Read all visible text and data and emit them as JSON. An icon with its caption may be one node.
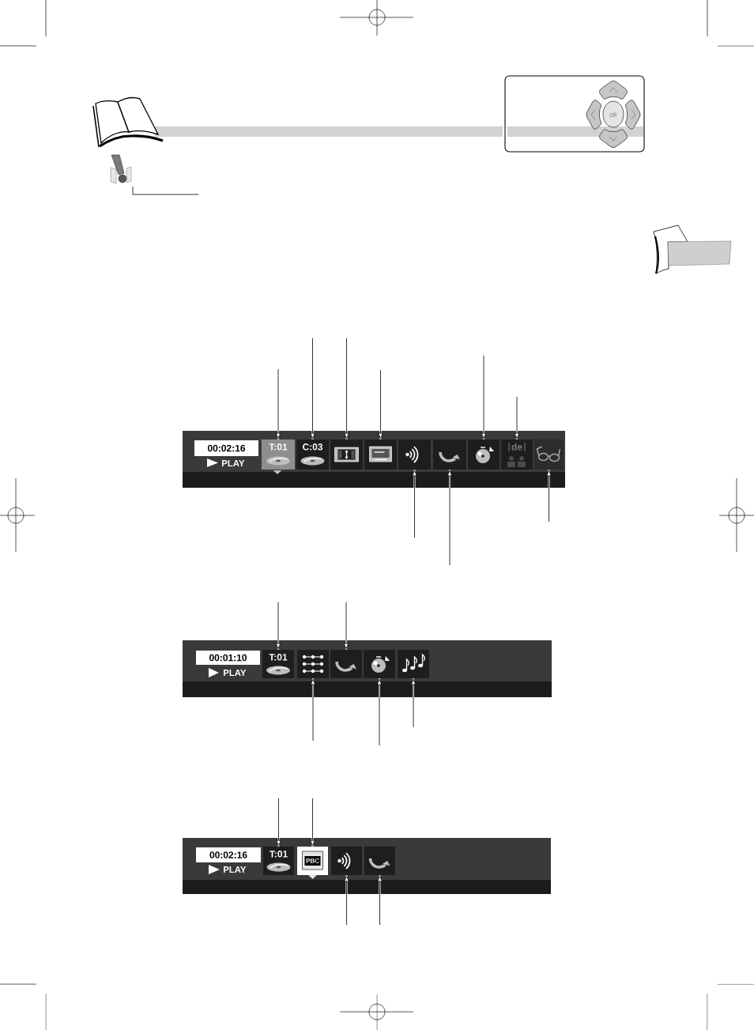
{
  "diagram": {
    "nodes": [
      {
        "text": [],
        "shape": "box"
      },
      {
        "text": [
          "ok"
        ],
        "in": 0
      },
      {
        "text": [],
        "shape": "box"
      },
      {
        "text": [
          "00:02:16"
        ],
        "in": 2
      },
      {
        "text": [
          "T:01"
        ],
        "in": 2
      },
      {
        "text": [
          "C:03"
        ],
        "in": 2
      },
      {
        "text": [],
        "shape": "picture",
        "in": 2
      },
      {
        "text": [],
        "shape": "picture",
        "in": 2
      },
      {
        "text": [],
        "shape": "picture",
        "in": 2
      },
      {
        "text": [],
        "shape": "picture",
        "in": 2
      },
      {
        "text": [],
        "shape": "picture",
        "in": 2
      },
      {
        "text": [
          "de"
        ],
        "in": 2
      },
      {
        "text": [],
        "shape": "picture",
        "in": 2
      },
      {
        "text": [],
        "shape": "box"
      },
      {
        "text": [
          "00:01:10"
        ],
        "in": 13
      },
      {
        "text": [
          "T:01"
        ],
        "in": 13
      },
      {
        "text": [],
        "shape": "picture",
        "in": 13
      },
      {
        "text": [],
        "shape": "picture",
        "in": 13
      },
      {
        "text": [],
        "shape": "picture",
        "in": 13
      },
      {
        "text": [],
        "shape": "picture",
        "in": 13
      },
      {
        "text": [],
        "shape": "box"
      },
      {
        "text": [
          "00:02:16"
        ],
        "in": 20
      },
      {
        "text": [
          "T:01"
        ],
        "in": 20
      },
      {
        "text": [
          "PBC"
        ],
        "in": 20
      },
      {
        "text": [],
        "shape": "picture",
        "in": 20
      },
      {
        "text": [],
        "shape": "picture",
        "in": 20
      }
    ],
    "edges": [
      {
        "from": null,
        "to": 4,
        "arrow": "to"
      },
      {
        "from": null,
        "to": 5,
        "arrow": "to"
      },
      {
        "from": null,
        "to": 6,
        "arrow": "to"
      },
      {
        "from": null,
        "to": 7,
        "arrow": "to"
      },
      {
        "from": null,
        "to": 10,
        "arrow": "to"
      },
      {
        "from": null,
        "to": 11,
        "arrow": "to"
      },
      {
        "from": null,
        "to": 8,
        "arrow": "to"
      },
      {
        "from": null,
        "to": 9,
        "arrow": "to"
      },
      {
        "from": null,
        "to": 12,
        "arrow": "to"
      },
      {
        "from": null,
        "to": 15,
        "arrow": "to"
      },
      {
        "from": null,
        "to": 17,
        "arrow": "to"
      },
      {
        "from": null,
        "to": 16,
        "arrow": "to"
      },
      {
        "from": null,
        "to": 18,
        "arrow": "to"
      },
      {
        "from": null,
        "to": 19,
        "arrow": "to"
      },
      {
        "from": null,
        "to": 22,
        "arrow": "to"
      },
      {
        "from": null,
        "to": 23,
        "arrow": "to"
      },
      {
        "from": null,
        "to": 24,
        "arrow": "to"
      },
      {
        "from": null,
        "to": 25,
        "arrow": "to"
      }
    ],
    "labels": [
      "PLAY",
      "PLAY",
      "PLAY"
    ]
  }
}
